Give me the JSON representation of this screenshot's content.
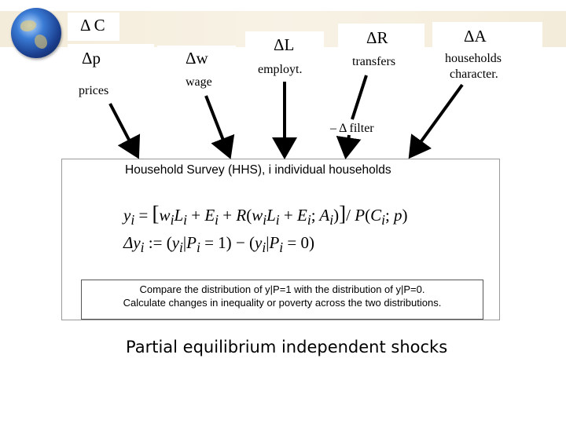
{
  "header": {
    "delta_c": "Δ C",
    "delta_p": "Δp",
    "delta_w": "Δw",
    "delta_l": "ΔL",
    "delta_r": "ΔR",
    "delta_a": "ΔA",
    "prices": "prices",
    "wage": "wage",
    "employt": "employt.",
    "transfers": "transfers",
    "households": "households",
    "character": "character.",
    "filter": "– Δ filter"
  },
  "survey_box": {
    "title": "Household Survey (HHS), i individual households",
    "compare_line1": "Compare the distribution of y|P=1 with the distribution of y|P=0.",
    "compare_line2": "Calculate changes in inequality or poverty across the two distributions."
  },
  "footer": {
    "text": "Partial equilibrium independent shocks"
  },
  "icons": {
    "globe": "globe-icon"
  }
}
